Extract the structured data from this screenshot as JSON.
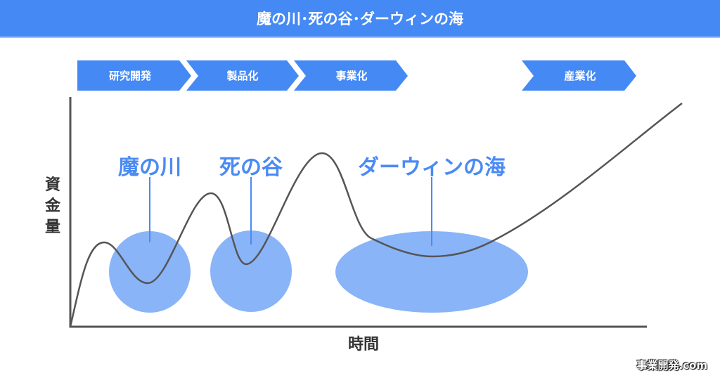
{
  "title": "魔の川･死の谷･ダーウィンの海",
  "stages": [
    "研究開発",
    "製品化",
    "事業化",
    "産業化"
  ],
  "labels": {
    "river": "魔の川",
    "valley": "死の谷",
    "sea": "ダーウィンの海"
  },
  "axes": {
    "y": [
      "資",
      "金",
      "量"
    ],
    "x": "時間"
  },
  "watermark": "事業開発.com",
  "colors": {
    "accent": "#4589f5",
    "blob": "#8ab4f8"
  }
}
